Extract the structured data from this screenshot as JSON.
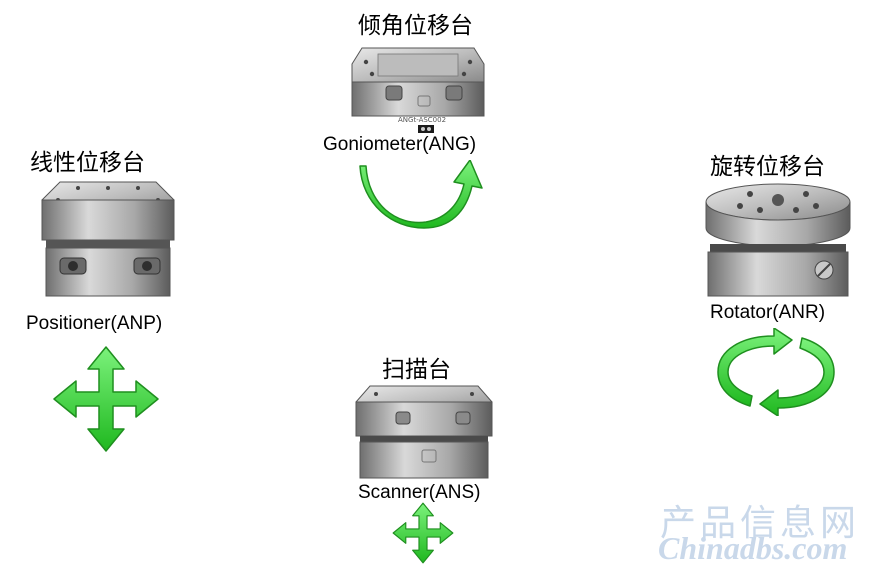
{
  "stages": {
    "goniometer": {
      "title_cn": "倾角位移台",
      "label_en": "Goniometer(ANG)",
      "engraving": "ANGt-ASC002"
    },
    "positioner": {
      "title_cn": "线性位移台",
      "label_en": "Positioner(ANP)"
    },
    "rotator": {
      "title_cn": "旋转位移台",
      "label_en": "Rotator(ANR)"
    },
    "scanner": {
      "title_cn": "扫描台",
      "label_en": "Scanner(ANS)"
    }
  },
  "watermark": {
    "cn": "产品信息网",
    "en": "Chinadbs.com"
  },
  "colors": {
    "arrow_green": "#3ed93e",
    "arrow_dark": "#1f8f1f",
    "metal_light": "#d8d8d8",
    "metal_dark": "#6a6a6a",
    "watermark": "#c9d8ea"
  },
  "icons": [
    "four-way-arrow-icon",
    "tilt-arrow-icon",
    "rotation-arrow-icon"
  ]
}
